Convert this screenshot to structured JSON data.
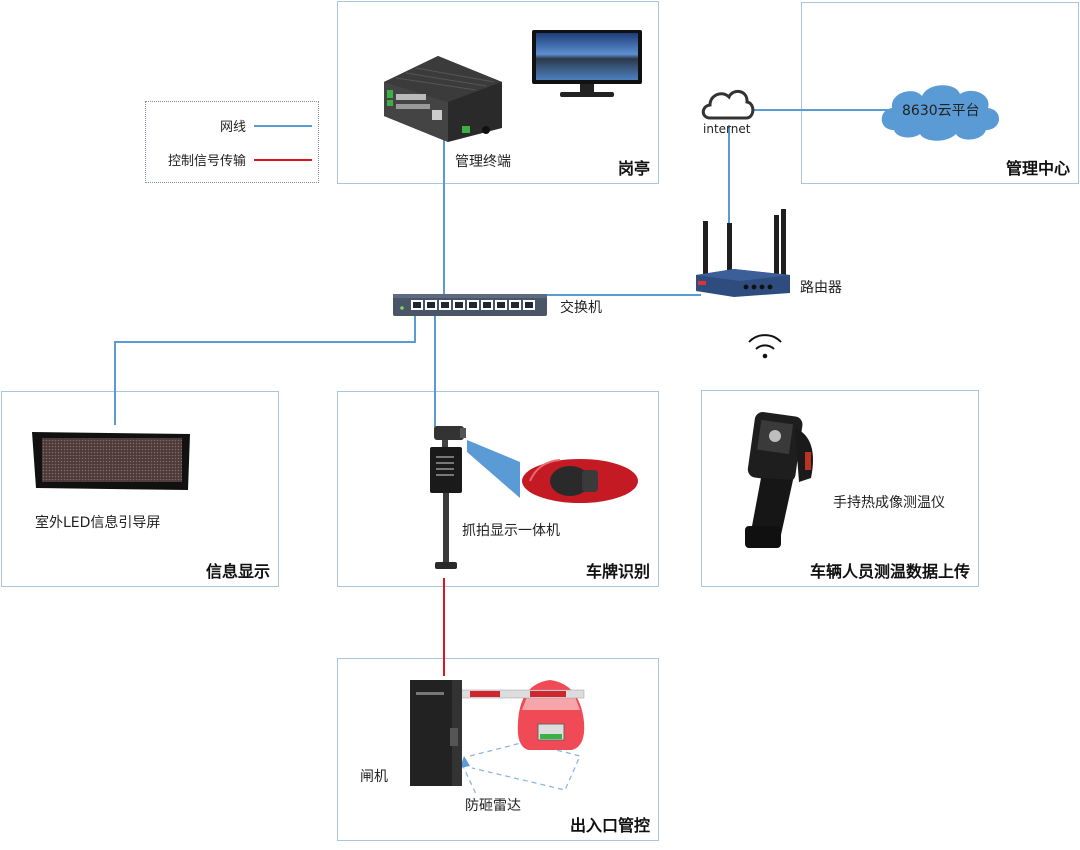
{
  "legend": {
    "items": [
      {
        "label": "网线",
        "color": "#5b9bd5"
      },
      {
        "label": "控制信号传输",
        "color": "#e0141e"
      }
    ]
  },
  "colors": {
    "network_line": "#5b9bd5",
    "control_line": "#e0141e",
    "box_border": "#a9c6dc",
    "cloud_fill": "#5b9bd5"
  },
  "sections": {
    "booth": {
      "title": "岗亭",
      "devices": {
        "terminal": "管理终端"
      }
    },
    "management_center": {
      "title": "管理中心",
      "devices": {
        "cloud": "8630云平台"
      }
    },
    "info_display": {
      "title": "信息显示",
      "devices": {
        "led": "室外LED信息引导屏"
      }
    },
    "plate_recognition": {
      "title": "车牌识别",
      "devices": {
        "camera": "抓拍显示一体机"
      }
    },
    "temperature": {
      "title": "车辆人员测温数据上传",
      "devices": {
        "thermal": "手持热成像测温仪"
      }
    },
    "entrance_control": {
      "title": "出入口管控",
      "devices": {
        "barrier": "闸机",
        "radar": "防砸雷达"
      }
    }
  },
  "network": {
    "internet": "internet",
    "switch": "交换机",
    "router": "路由器"
  }
}
